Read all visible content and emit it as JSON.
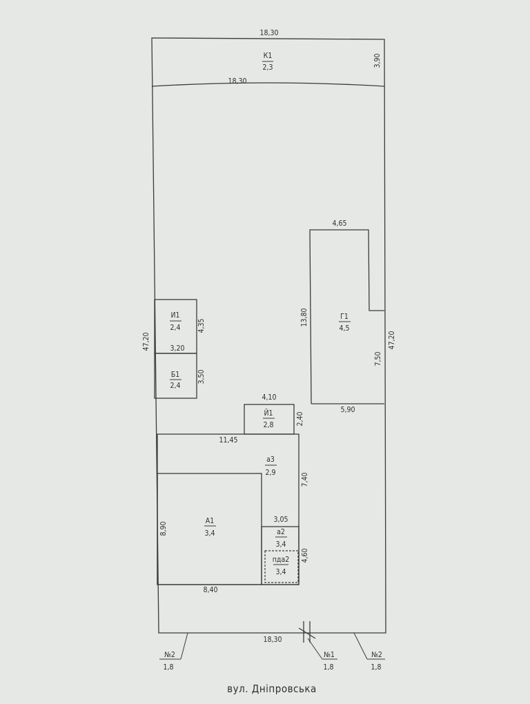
{
  "plot": {
    "width_top": "18,30",
    "width_bottom": "18,30",
    "length_left": "47,20",
    "length_right": "47,20"
  },
  "strip_k1": {
    "code": "К1",
    "value": "2,3",
    "width_top": "18,30",
    "width_bottom": "18,30",
    "depth": "3,90"
  },
  "building_g1": {
    "code": "Г1",
    "value": "4,5",
    "top": "4,65",
    "left": "13,80",
    "right_lower": "7,50",
    "bottom": "5,90"
  },
  "building_i1": {
    "code": "И1",
    "value": "2,4",
    "height": "4,35",
    "width": "3,20"
  },
  "building_b1": {
    "code": "Б1",
    "value": "2,4",
    "height": "3,50"
  },
  "building_y1": {
    "code": "Й1",
    "value": "2,8",
    "width": "4,10",
    "height": "2,40"
  },
  "building_a3": {
    "code": "а3",
    "value": "2,9",
    "width": "11,45",
    "height": "7,40"
  },
  "building_a1": {
    "code": "А1",
    "value": "3,4",
    "height": "8,90",
    "width": "8,40"
  },
  "building_a2": {
    "code": "а2",
    "value": "3,4",
    "width": "3,05",
    "height": "4,60"
  },
  "building_pda2": {
    "code": "пда2",
    "value": "3,4"
  },
  "gates": [
    {
      "code": "№2",
      "value": "1,8"
    },
    {
      "code": "№1",
      "value": "1,8"
    },
    {
      "code": "№2",
      "value": "1,8"
    }
  ],
  "street": "вул. Дніпровська"
}
